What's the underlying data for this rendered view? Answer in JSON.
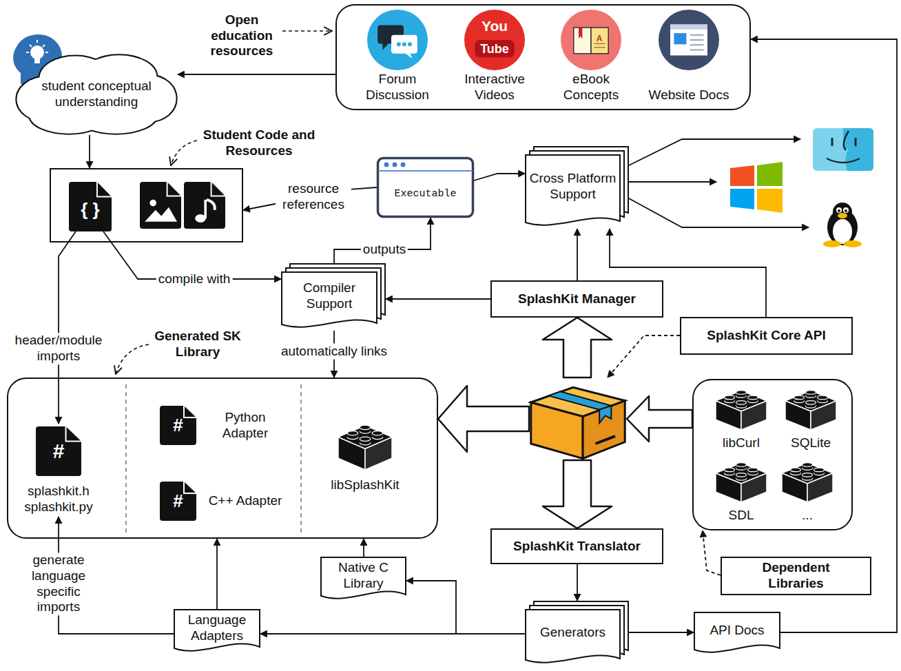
{
  "diagram": {
    "nodes": [
      {
        "text": [
          "student conceptual understanding"
        ]
      },
      {
        "text": [
          "Open education resources"
        ]
      },
      {
        "text": [
          "Forum Discussion"
        ],
        "in": 1
      },
      {
        "text": [
          "Interactive Videos"
        ],
        "in": 1
      },
      {
        "text": [
          "eBook Concepts"
        ],
        "in": 1
      },
      {
        "text": [
          "Website Docs"
        ],
        "in": 1
      },
      {
        "text": [
          "Student Code and Resources"
        ]
      },
      {
        "text": [
          "{ }"
        ],
        "in": 6
      },
      {
        "text": [
          "Executable"
        ]
      },
      {
        "text": [
          "Cross Platform Support"
        ]
      },
      {
        "text": [
          "Compiler Support"
        ]
      },
      {
        "text": [
          "SplashKit Manager"
        ]
      },
      {
        "text": [
          "SplashKit Core API"
        ]
      },
      {
        "text": [
          "Generated SK Library"
        ]
      },
      {
        "text": [
          "#",
          "splashkit.h splashkit.py"
        ],
        "in": 13
      },
      {
        "text": [
          "#",
          "Python Adapter"
        ],
        "in": 13
      },
      {
        "text": [
          "#",
          "C++ Adapter"
        ],
        "in": 13
      },
      {
        "text": [
          "libSplashKit"
        ],
        "in": 13
      },
      {
        "text": []
      },
      {
        "text": []
      },
      {
        "text": [
          "libCurl"
        ],
        "in": 19
      },
      {
        "text": [
          "SQLite"
        ],
        "in": 19
      },
      {
        "text": [
          "SDL"
        ],
        "in": 19
      },
      {
        "text": [
          "..."
        ],
        "in": 19
      },
      {
        "text": [
          "Dependent Libraries"
        ]
      },
      {
        "text": [
          "SplashKit Translator"
        ]
      },
      {
        "text": [
          "Native C Library"
        ]
      },
      {
        "text": [
          "Language Adapters"
        ]
      },
      {
        "text": [
          "Generators"
        ]
      },
      {
        "text": [
          "API Docs"
        ]
      }
    ],
    "edges": [
      {
        "from": 1,
        "to": 0,
        "arrow": "to"
      },
      {
        "from": 0,
        "to": 6,
        "arrow": "to"
      },
      {
        "from": 8,
        "to": 6,
        "label": "resource references",
        "arrow": "to"
      },
      {
        "from": 10,
        "to": 8,
        "label": "outputs",
        "arrow": "to"
      },
      {
        "from": 8,
        "to": 9,
        "arrow": "to"
      },
      {
        "from": 7,
        "to": 10,
        "label": "compile with",
        "arrow": "to"
      },
      {
        "from": 7,
        "to": 14,
        "label": "header/module imports",
        "arrow": "to"
      },
      {
        "from": 11,
        "to": 10,
        "arrow": "to"
      },
      {
        "from": 11,
        "to": 9,
        "arrow": "to"
      },
      {
        "from": 12,
        "to": 9,
        "arrow": "to"
      },
      {
        "from": 12,
        "to": 18,
        "arrow": "to"
      },
      {
        "from": 10,
        "to": 13,
        "label": "automatically links",
        "arrow": "to"
      },
      {
        "from": 18,
        "to": 13,
        "arrow": "to"
      },
      {
        "from": 19,
        "to": 18,
        "arrow": "to"
      },
      {
        "from": 18,
        "to": 11,
        "arrow": "to"
      },
      {
        "from": 18,
        "to": 25,
        "arrow": "to"
      },
      {
        "from": 24,
        "to": 19,
        "arrow": "to"
      },
      {
        "from": 25,
        "to": 28,
        "arrow": "to"
      },
      {
        "from": 28,
        "to": 29,
        "arrow": "to"
      },
      {
        "from": 29,
        "to": 1,
        "arrow": "to"
      },
      {
        "from": 28,
        "to": 27,
        "arrow": "to"
      },
      {
        "from": 28,
        "to": 26,
        "arrow": "to"
      },
      {
        "from": 26,
        "to": 13,
        "arrow": "to"
      },
      {
        "from": 27,
        "to": 13,
        "arrow": "to"
      },
      {
        "from": 27,
        "to": 14,
        "label": "generate language specific imports",
        "arrow": "to"
      }
    ],
    "labels": [
      "You",
      "Tube",
      "A"
    ]
  }
}
